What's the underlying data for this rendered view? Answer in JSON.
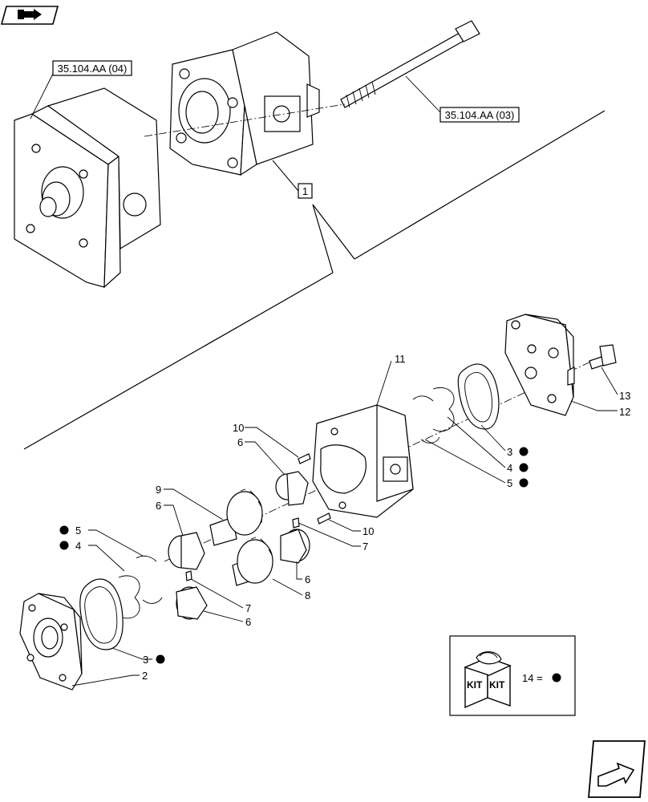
{
  "references": {
    "upper_left": "35.104.AA (04)",
    "upper_right": "35.104.AA (03)",
    "assembly": "1"
  },
  "callouts": [
    {
      "id": "c13",
      "num": "13",
      "marker": false
    },
    {
      "id": "c12",
      "num": "12",
      "marker": false
    },
    {
      "id": "c11",
      "num": "11",
      "marker": false
    },
    {
      "id": "c10a",
      "num": "10",
      "marker": false
    },
    {
      "id": "c6a",
      "num": "6",
      "marker": false
    },
    {
      "id": "c3a",
      "num": "3",
      "marker": true
    },
    {
      "id": "c4a",
      "num": "4",
      "marker": true
    },
    {
      "id": "c5a",
      "num": "5",
      "marker": true
    },
    {
      "id": "c10b",
      "num": "10",
      "marker": false
    },
    {
      "id": "c7a",
      "num": "7",
      "marker": false
    },
    {
      "id": "c9",
      "num": "9",
      "marker": false
    },
    {
      "id": "c6b",
      "num": "6",
      "marker": false
    },
    {
      "id": "c5b",
      "num": "5",
      "marker": true
    },
    {
      "id": "c4b",
      "num": "4",
      "marker": true
    },
    {
      "id": "c6c",
      "num": "6",
      "marker": false
    },
    {
      "id": "c8",
      "num": "8",
      "marker": false
    },
    {
      "id": "c7b",
      "num": "7",
      "marker": false
    },
    {
      "id": "c6d",
      "num": "6",
      "marker": false
    },
    {
      "id": "c3b",
      "num": "3",
      "marker": true
    },
    {
      "id": "c2",
      "num": "2",
      "marker": false
    }
  ],
  "kit_legend": {
    "box_label_left": "KIT",
    "box_label_right": "KIT",
    "text": "14 ="
  },
  "icons": {
    "top_left": "book-nav-icon",
    "bottom_right": "next-page-arrow-icon",
    "kit": "kit-box-icon"
  }
}
